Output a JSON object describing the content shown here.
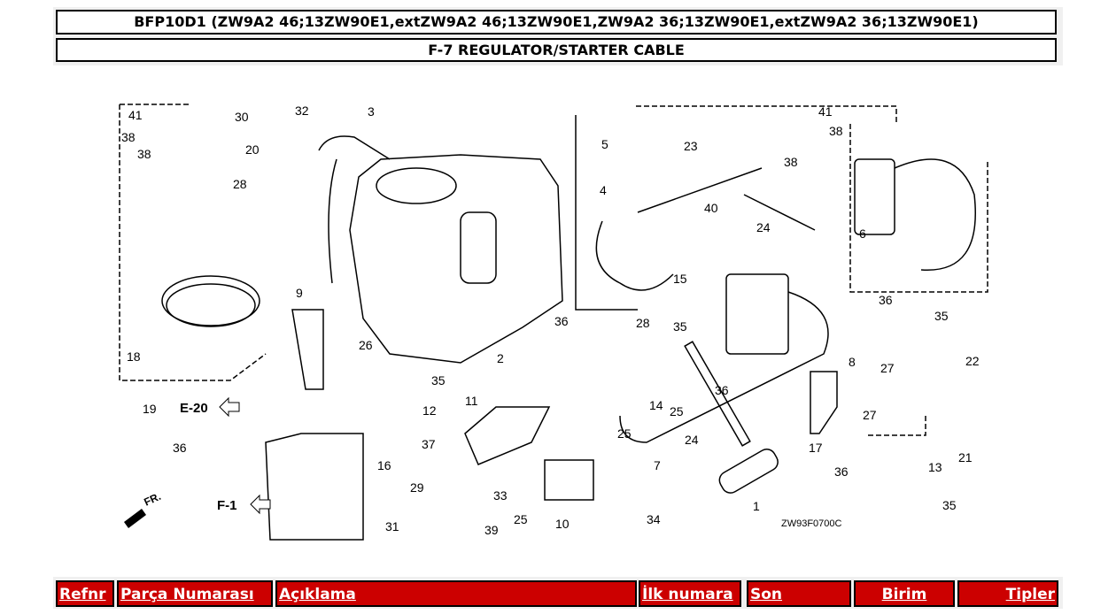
{
  "header": {
    "model": "BFP10D1 (ZW9A2 46;13ZW90E1,extZW9A2 46;13ZW90E1,ZW9A2 36;13ZW90E1,extZW9A2 36;13ZW90E1)",
    "section": "F-7 REGULATOR/STARTER CABLE"
  },
  "diagram": {
    "callouts": [
      "41",
      "30",
      "32",
      "3",
      "38",
      "38",
      "20",
      "28",
      "5",
      "23",
      "41",
      "38",
      "38",
      "4",
      "40",
      "24",
      "6",
      "9",
      "15",
      "36",
      "35",
      "18",
      "26",
      "36",
      "35",
      "28",
      "2",
      "8",
      "22",
      "35",
      "19",
      "12",
      "14",
      "25",
      "36",
      "27",
      "27",
      "11",
      "25",
      "24",
      "7",
      "17",
      "21",
      "37",
      "16",
      "36",
      "36",
      "13",
      "29",
      "33",
      "25",
      "10",
      "34",
      "31",
      "39",
      "1",
      "35"
    ],
    "refs": [
      "E-20",
      "F-1"
    ],
    "direction_mark": "FR.",
    "drawing_code": "ZW93F0700C"
  },
  "table": {
    "columns": [
      "Refnr",
      "Parça Numarası",
      "Açıklama",
      "İlk numara",
      "Son",
      "Birim",
      "Tipler"
    ]
  }
}
